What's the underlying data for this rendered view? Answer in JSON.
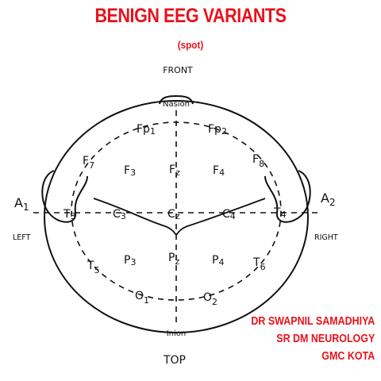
{
  "title": "BENIGN EEG VARIANTS",
  "subtitle": "(spot)",
  "accent_color": "#e8121b",
  "credits": [
    "DR SWAPNIL SAMADHIYA",
    "SR DM NEUROLOGY",
    "GMC KOTA"
  ],
  "diagram": {
    "front_label": "FRONT",
    "nasion_label": "Nasion",
    "inion_label": "Inion",
    "top_label": "TOP",
    "left_label": "LEFT",
    "right_label": "RIGHT",
    "ear_left": {
      "main": "A",
      "sub": "1"
    },
    "ear_right": {
      "main": "A",
      "sub": "2"
    },
    "electrodes": {
      "fp1": {
        "main": "Fp",
        "sub": "1"
      },
      "fp2": {
        "main": "Fp",
        "sub": "2"
      },
      "f7": {
        "main": "F",
        "sub": "7"
      },
      "f8": {
        "main": "F",
        "sub": "8"
      },
      "f3": {
        "main": "F",
        "sub": "3"
      },
      "fz": {
        "main": "F",
        "sub": "z"
      },
      "f4": {
        "main": "F",
        "sub": "4"
      },
      "t3": {
        "main": "T",
        "sub": "3"
      },
      "c3": {
        "main": "C",
        "sub": "3"
      },
      "cz": {
        "main": "C",
        "sub": "z"
      },
      "c4": {
        "main": "C",
        "sub": "4"
      },
      "t4": {
        "main": "T",
        "sub": "4"
      },
      "t5": {
        "main": "T",
        "sub": "5"
      },
      "p3": {
        "main": "P",
        "sub": "3"
      },
      "pz": {
        "main": "P",
        "sub": "z"
      },
      "p4": {
        "main": "P",
        "sub": "4"
      },
      "t6": {
        "main": "T",
        "sub": "6"
      },
      "o1": {
        "main": "O",
        "sub": "1"
      },
      "o2": {
        "main": "O",
        "sub": "2"
      }
    }
  }
}
